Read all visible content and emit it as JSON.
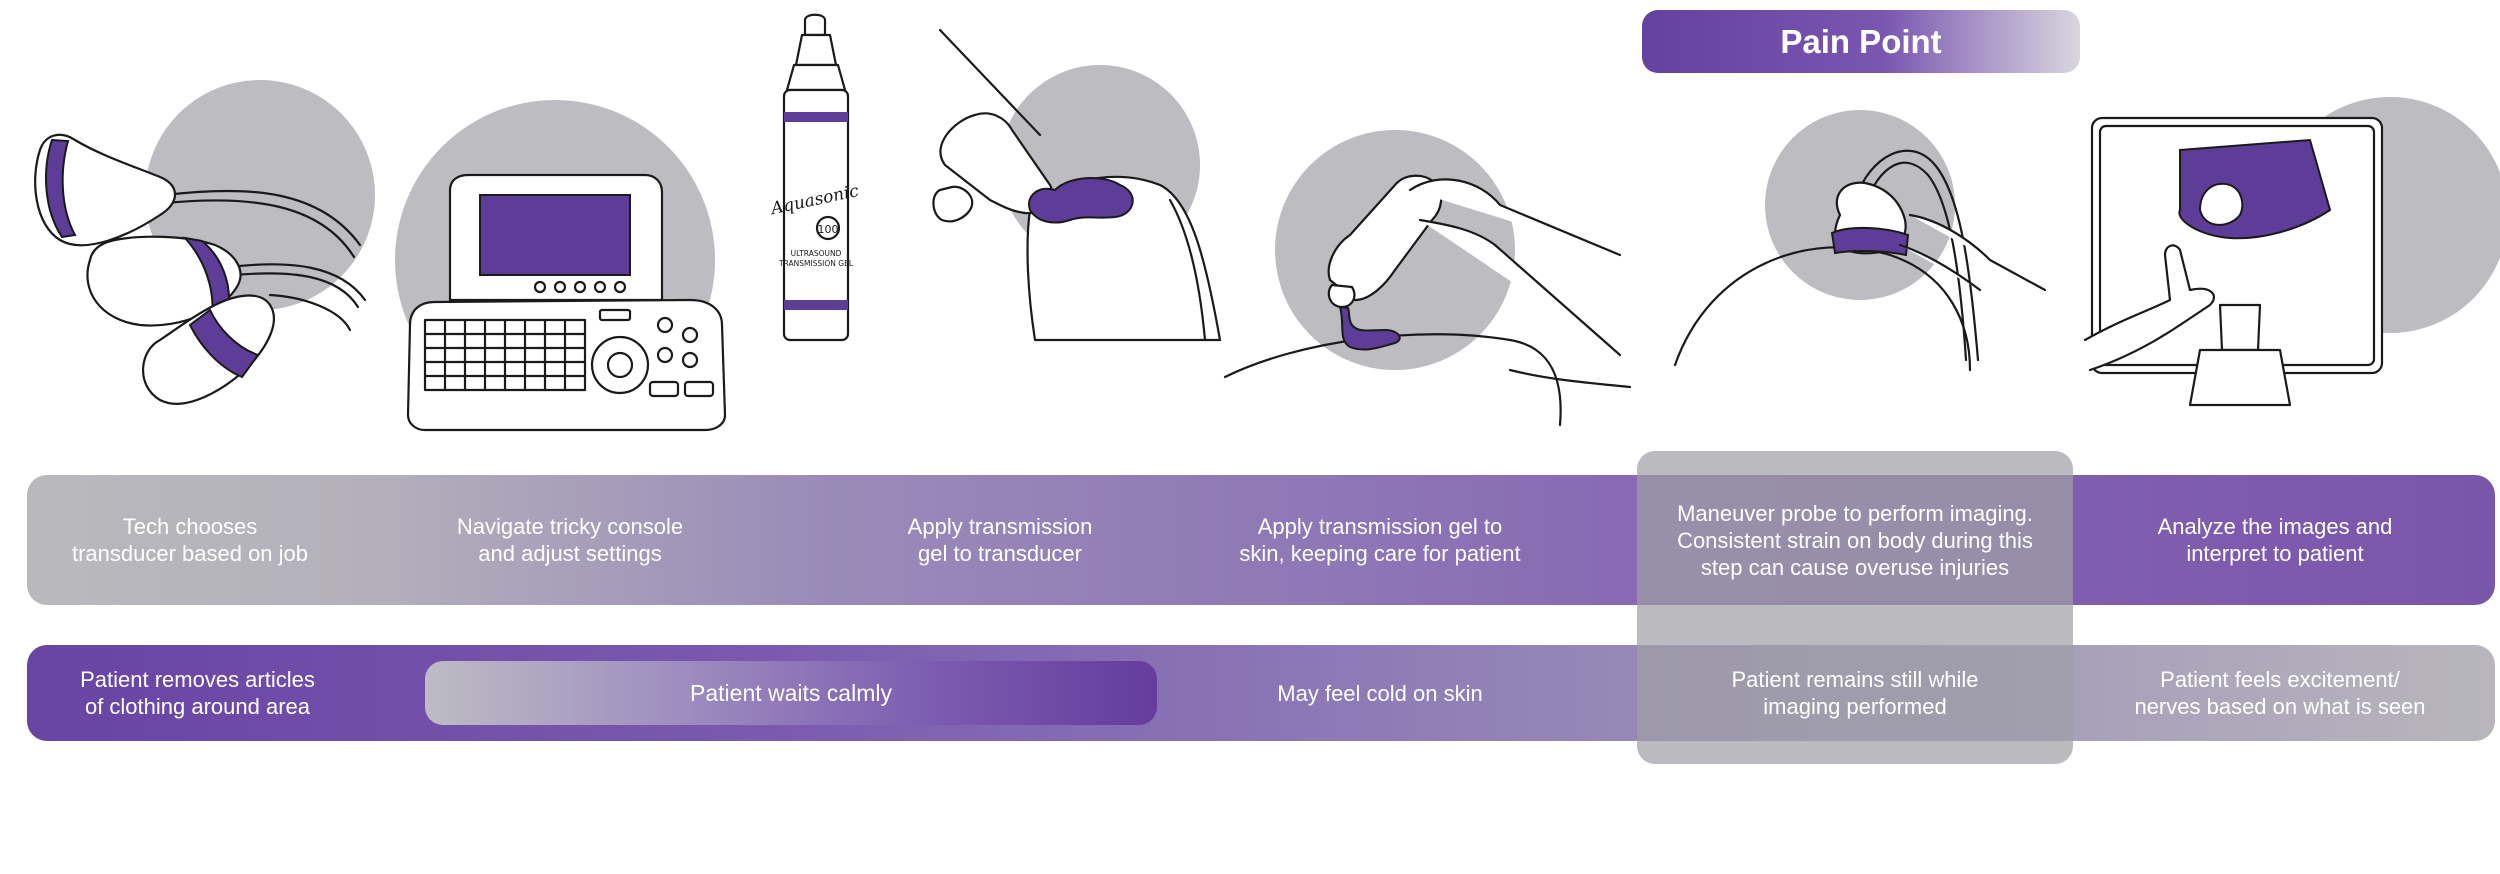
{
  "header": {
    "pain_point_label": "Pain Point"
  },
  "steps": [
    {
      "tech": "Tech chooses\ntransducer based on job",
      "patient": "Patient removes articles\nof clothing around area"
    },
    {
      "tech": "Navigate tricky console\nand adjust settings",
      "patient": "Patient waits calmly"
    },
    {
      "tech": "Apply transmission\ngel to transducer",
      "patient": ""
    },
    {
      "tech": "Apply transmission gel to\nskin, keeping care for patient",
      "patient": "May feel cold on skin"
    },
    {
      "tech": "Maneuver probe to perform imaging.\nConsistent strain on body during this\nstep can cause overuse injuries",
      "patient": "Patient remains still while\nimaging performed"
    },
    {
      "tech": "Analyze the images and\ninterpret to patient",
      "patient": "Patient feels excitement/\nnerves based on what is seen"
    }
  ],
  "illustrations": {
    "gel_bottle_brand": "Aquasonic",
    "gel_bottle_number": "100",
    "gel_bottle_caption": "ULTRASOUND\nTRANSMISSION GEL"
  },
  "colors": {
    "accent_purple": "#5e3d98",
    "grey_blob": "#bcbcc1",
    "pain_highlight": "#a0a0a6"
  },
  "icons": [
    "transducers-illustration",
    "ultrasound-console-illustration",
    "gel-bottle-illustration",
    "gel-on-transducer-illustration",
    "gel-on-skin-illustration",
    "probe-imaging-illustration",
    "monitor-analysis-illustration"
  ]
}
